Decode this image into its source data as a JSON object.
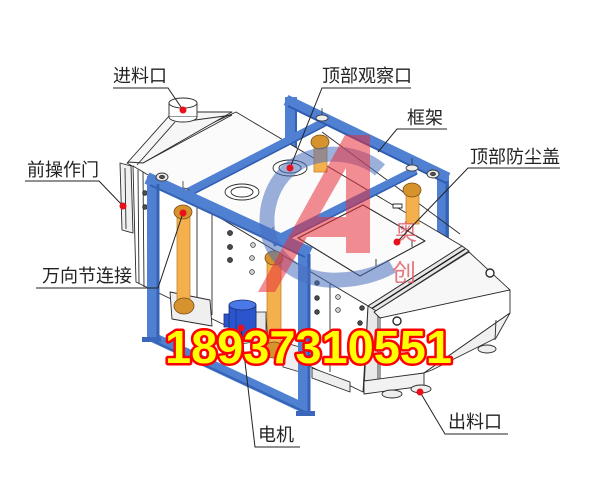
{
  "diagram": {
    "callouts": [
      {
        "label": "进料口"
      },
      {
        "label": "前操作门"
      },
      {
        "label": "顶部观察口"
      },
      {
        "label": "框架"
      },
      {
        "label": "顶部防尘盖"
      },
      {
        "label": "万向节连接"
      },
      {
        "label": "电机"
      },
      {
        "label": "出料口"
      }
    ],
    "phone_number": "18937310551",
    "watermark": {
      "logo": "A",
      "chars": [
        "奥",
        "创"
      ]
    },
    "colors": {
      "frame_blue": "#4f80d2",
      "rod_orange": "#f4b04c",
      "motor_blue": "#2a55cc",
      "marker_red": "#e8101a",
      "leader_line": "#222222",
      "phone_fill": "#ffff00",
      "phone_outline": "#ff0000",
      "watermark_red": "#e8303c",
      "watermark_blue": "#4a6fc0"
    }
  }
}
